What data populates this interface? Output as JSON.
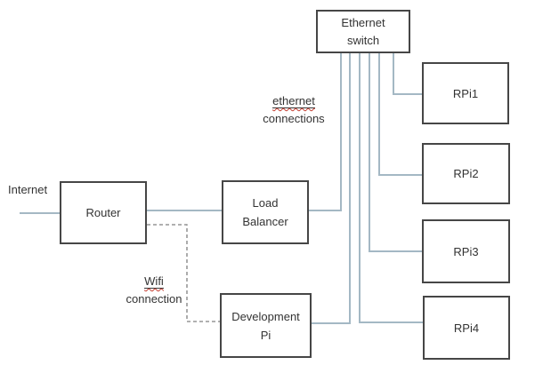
{
  "nodes": {
    "switch": {
      "lines": [
        "Ethernet",
        "switch"
      ]
    },
    "rpi1": {
      "lines": [
        "RPi1"
      ]
    },
    "rpi2": {
      "lines": [
        "RPi2"
      ]
    },
    "rpi3": {
      "lines": [
        "RPi3"
      ]
    },
    "rpi4": {
      "lines": [
        "RPi4"
      ]
    },
    "router": {
      "lines": [
        "Router"
      ]
    },
    "load_balancer": {
      "lines": [
        "Load",
        "Balancer"
      ]
    },
    "dev_pi": {
      "lines": [
        "Development",
        "Pi"
      ]
    }
  },
  "labels": {
    "internet": "Internet",
    "ethernet_connections_line1": "ethernet",
    "ethernet_connections_line2": "connections",
    "wifi_connection_line1": "Wifi",
    "wifi_connection_line2": "connection"
  },
  "colors": {
    "connector_line": "#a4b8c4",
    "dashed_line": "#808080",
    "box_border": "#464646",
    "box_fill": "#ffffff",
    "text": "#333333",
    "spellcheck_squiggle": "#c43b2e"
  }
}
